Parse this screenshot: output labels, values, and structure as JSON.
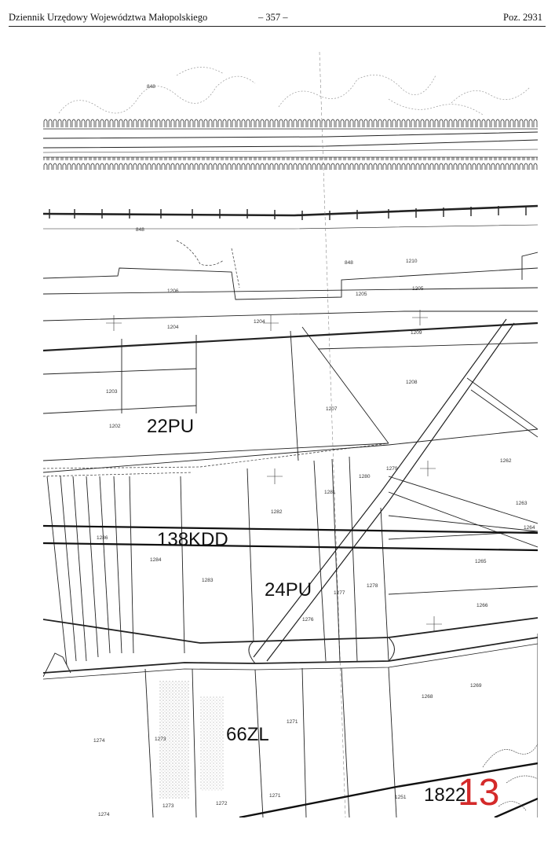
{
  "header": {
    "publication": "Dziennik Urzędowy Województwa Małopolskiego",
    "page": "– 357 –",
    "position": "Poz. 2931"
  },
  "map": {
    "zones": {
      "z22pu": "22PU",
      "z138kdd": "138KDD",
      "z24pu": "24PU",
      "z66zl": "66ZL",
      "z1822": "1822"
    },
    "sheet_number": "13",
    "sheet_number_color": "#d42a2a",
    "line_color": "#111111",
    "parcels": {
      "p848a": "848",
      "p848b": "848",
      "p848c": "848",
      "p1210": "1210",
      "p1205a": "1205",
      "p1205b": "1205",
      "p1206": "1206",
      "p1204a": "1204",
      "p1204b": "1204",
      "p1209": "1209",
      "p1208": "1208",
      "p1203": "1203",
      "p1202": "1202",
      "p1207": "1207",
      "p1280": "1280",
      "p1281": "1281",
      "p1279": "1279",
      "p1282": "1282",
      "p1262": "1262",
      "p1263": "1263",
      "p1264": "1264",
      "p1265": "1265",
      "p1266": "1266",
      "p1284": "1284",
      "p1283": "1283",
      "p1286": "1286",
      "p1277": "1277",
      "p1278": "1278",
      "p1276": "1276",
      "p1268": "1268",
      "p1269": "1269",
      "p1271a": "1271",
      "p1271b": "1271",
      "p1273a": "1273",
      "p1273b": "1273",
      "p1274a": "1274",
      "p1274b": "1274",
      "p1272": "1272",
      "p1251": "1251"
    }
  }
}
